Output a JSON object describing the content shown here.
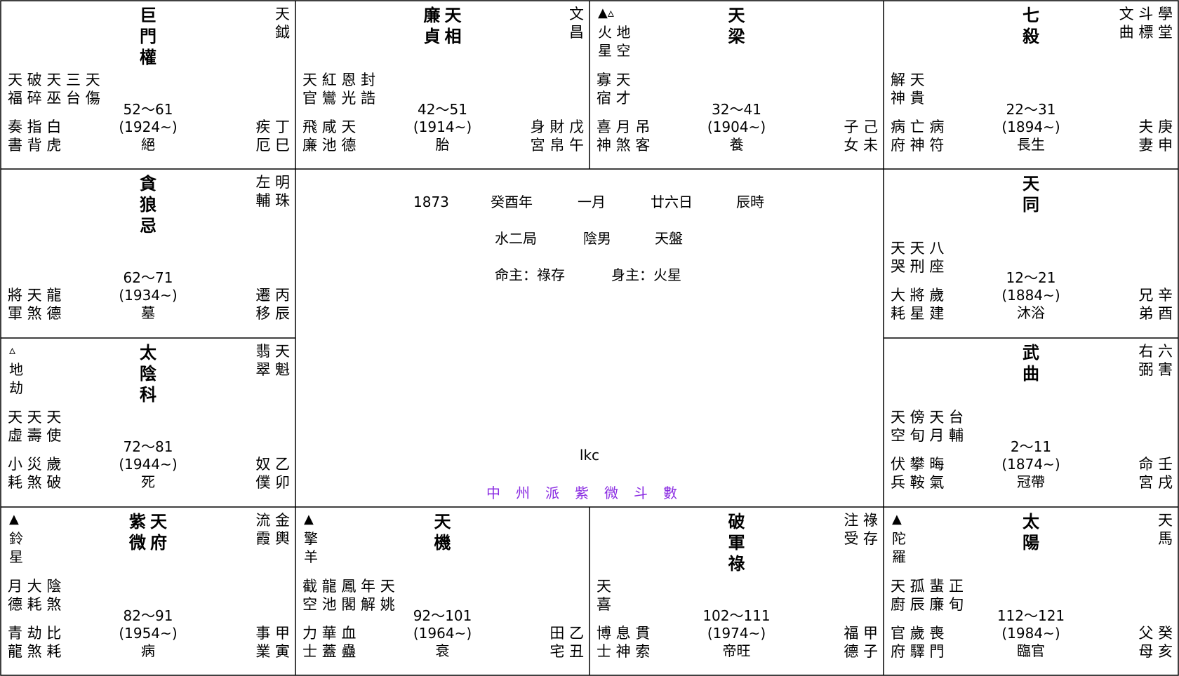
{
  "center": {
    "year": "1873",
    "ganzhi": "癸酉年",
    "month": "一月",
    "day": "廿六日",
    "hour": "辰時",
    "ju": "水二局",
    "gender": "陰男",
    "pan": "天盤",
    "ming_zhu": "命主：祿存",
    "shen_zhu": "身主：火星",
    "author": "lkc",
    "school": "中州派紫微斗數"
  },
  "palaces": [
    {
      "id": "si",
      "main": [
        "巨門權"
      ],
      "topright": [
        "天",
        "鉞"
      ],
      "tri": "",
      "minors": [
        "天破天三天",
        "福碎巫台傷"
      ],
      "range": "52～61",
      "year": "(1924~)",
      "left": [
        "奏指白",
        "書背虎"
      ],
      "stage": "絕",
      "right": [
        "疾丁",
        "厄巳"
      ]
    },
    {
      "id": "wu",
      "main": [
        "廉貞",
        "天相"
      ],
      "topright": [
        "文",
        "昌"
      ],
      "tri": "",
      "minors": [
        "天紅恩封",
        "官鸞光誥"
      ],
      "range": "42～51",
      "year": "(1914~)",
      "left": [
        "飛咸天",
        "廉池德"
      ],
      "stage": "胎",
      "right": [
        "身財戊",
        "宮帛午"
      ]
    },
    {
      "id": "wei",
      "main": [
        "天梁"
      ],
      "topright": [],
      "tri": "▲▵",
      "trileft": [
        "火地",
        "星空"
      ],
      "minors": [
        "寡天",
        "宿才"
      ],
      "range": "32～41",
      "year": "(1904~)",
      "left": [
        "喜月吊",
        "神煞客"
      ],
      "stage": "養",
      "right": [
        "子己",
        "女未"
      ]
    },
    {
      "id": "shen",
      "main": [
        "七殺"
      ],
      "topright": [
        "文斗學",
        "曲標堂"
      ],
      "tri": "",
      "minors": [
        "解天",
        "神貴"
      ],
      "range": "22～31",
      "year": "(1894~)",
      "left": [
        "病亡病",
        "府神符"
      ],
      "stage": "長生",
      "right": [
        "夫庚",
        "妻申"
      ]
    },
    {
      "id": "chen",
      "main": [
        "貪狼忌"
      ],
      "topright": [
        "左明",
        "輔珠"
      ],
      "tri": "",
      "minors": [],
      "range": "62～71",
      "year": "(1934~)",
      "left": [
        "將天龍",
        "軍煞德"
      ],
      "stage": "墓",
      "right": [
        "遷丙",
        "移辰"
      ]
    },
    {
      "id": "you",
      "main": [
        "天同"
      ],
      "topright": [],
      "tri": "",
      "minors": [
        "天天八",
        "哭刑座"
      ],
      "range": "12～21",
      "year": "(1884~)",
      "left": [
        "大將歲",
        "耗星建"
      ],
      "stage": "沐浴",
      "right": [
        "兄辛",
        "弟酉"
      ]
    },
    {
      "id": "mao",
      "main": [
        "太陰科"
      ],
      "topright": [
        "翡天",
        "翠魁"
      ],
      "tri": "▵",
      "trileft": [
        "地",
        "劫"
      ],
      "minors": [
        "天天天",
        "虛壽使"
      ],
      "range": "72～81",
      "year": "(1944~)",
      "left": [
        "小災歲",
        "耗煞破"
      ],
      "stage": "死",
      "right": [
        "奴乙",
        "僕卯"
      ]
    },
    {
      "id": "xu",
      "main": [
        "武曲"
      ],
      "topright": [
        "右六",
        "弼害"
      ],
      "tri": "",
      "minors": [
        "天傍天台",
        "空旬月輔"
      ],
      "range": "2～11",
      "year": "(1874~)",
      "left": [
        "伏攀晦",
        "兵鞍氣"
      ],
      "stage": "冠帶",
      "right": [
        "命壬",
        "宮戌"
      ]
    },
    {
      "id": "yin",
      "main": [
        "紫微",
        "天府"
      ],
      "topright": [
        "流金",
        "霞輿"
      ],
      "tri": "▲",
      "trileft": [
        "鈴",
        "星"
      ],
      "minors": [
        "月大陰",
        "德耗煞"
      ],
      "range": "82～91",
      "year": "(1954~)",
      "left": [
        "青劫比",
        "龍煞耗"
      ],
      "stage": "病",
      "right": [
        "事甲",
        "業寅"
      ]
    },
    {
      "id": "chou",
      "main": [
        "天機"
      ],
      "topright": [],
      "tri": "▲",
      "trileft": [
        "擎",
        "羊"
      ],
      "minors": [
        "截龍鳳年天",
        "空池閣解姚"
      ],
      "range": "92～101",
      "year": "(1964~)",
      "left": [
        "力華血",
        "士蓋蠱"
      ],
      "stage": "衰",
      "right": [
        "田乙",
        "宅丑"
      ]
    },
    {
      "id": "zi",
      "main": [
        "破軍祿"
      ],
      "topright": [
        "注祿",
        "受存"
      ],
      "tri": "",
      "minors": [
        "天",
        "喜"
      ],
      "range": "102～111",
      "year": "(1974~)",
      "left": [
        "博息貫",
        "士神索"
      ],
      "stage": "帝旺",
      "right": [
        "福甲",
        "德子"
      ]
    },
    {
      "id": "hai",
      "main": [
        "太陽"
      ],
      "topright": [
        "天",
        "馬"
      ],
      "tri": "▲",
      "trileft": [
        "陀",
        "羅"
      ],
      "minors": [
        "天孤蜚正",
        "廚辰廉旬"
      ],
      "range": "112～121",
      "year": "(1984~)",
      "left": [
        "官歲喪",
        "府驛門"
      ],
      "stage": "臨官",
      "right": [
        "父癸",
        "母亥"
      ]
    }
  ]
}
